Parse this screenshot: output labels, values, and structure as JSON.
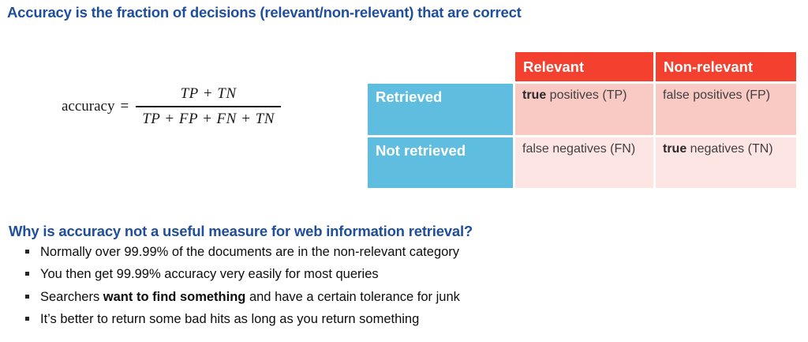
{
  "slide": {
    "title": "Accuracy is the fraction of decisions (relevant/non-relevant) that are correct",
    "question_heading": "Why is accuracy not a useful measure for web information retrieval?"
  },
  "formula": {
    "lhs": "accuracy",
    "equals": "=",
    "numerator": "TP + TN",
    "denominator": "TP + FP + FN + TN"
  },
  "table": {
    "corner_label": "",
    "column_headers": [
      "Relevant",
      "Non-relevant"
    ],
    "rows": [
      {
        "row_header": "Retrieved",
        "cells": [
          {
            "bold_prefix": "true",
            "rest": " positives (TP)"
          },
          {
            "bold_prefix": "",
            "rest": "false positives (FP)"
          }
        ]
      },
      {
        "row_header": "Not retrieved",
        "cells": [
          {
            "bold_prefix": "",
            "rest": "false negatives (FN)"
          },
          {
            "bold_prefix": "true",
            "rest": " negatives (TN)"
          }
        ]
      }
    ]
  },
  "bullets": [
    {
      "text_before": "Normally over 99.99% of the documents are in the non-relevant category",
      "bold": "",
      "text_after": ""
    },
    {
      "text_before": "You then get 99.99% accuracy very easily for most queries",
      "bold": "",
      "text_after": ""
    },
    {
      "text_before": "Searchers ",
      "bold": "want to find something",
      "text_after": " and have a certain tolerance for junk"
    },
    {
      "text_before": "It’s better to return some bad hits as long as you return something",
      "bold": "",
      "text_after": ""
    }
  ],
  "colors": {
    "heading_blue": "#1F4E9C",
    "header_red": "#F4402E",
    "row_header_blue": "#5FBDE0",
    "cell_pink_dark": "#F9C9C4",
    "cell_pink_light": "#FDE5E3",
    "body_text": "#0d0d0d"
  }
}
